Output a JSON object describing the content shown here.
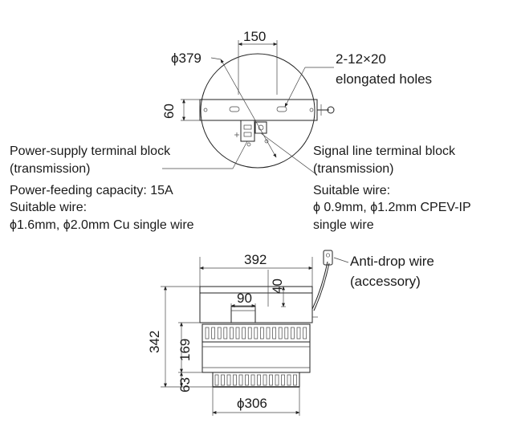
{
  "top_view": {
    "width_dim": "150",
    "diameter_dim": "ϕ379",
    "height_dim": "60",
    "holes_line1": "2-12×20",
    "holes_line2": "elongated holes"
  },
  "left_notes": {
    "line1": "Power-supply terminal block",
    "line2": "(transmission)",
    "line3": "Power-feeding capacity: 15A",
    "line4": "Suitable wire:",
    "line5": "ϕ1.6mm, ϕ2.0mm Cu single wire"
  },
  "right_notes": {
    "line1": "Signal line terminal block",
    "line2": "(transmission)",
    "line3": "Suitable wire:",
    "line4": "ϕ 0.9mm,  ϕ1.2mm CPEV-IP",
    "line5": "single wire"
  },
  "side_view": {
    "width_dim": "392",
    "top_dim": "40",
    "box_dim": "90",
    "total_height_dim": "342",
    "body_height_dim": "169",
    "bottom_height_dim": "63",
    "bottom_diameter_dim": "ϕ306",
    "wire_line1": "Anti-drop wire",
    "wire_line2": "(accessory)"
  }
}
